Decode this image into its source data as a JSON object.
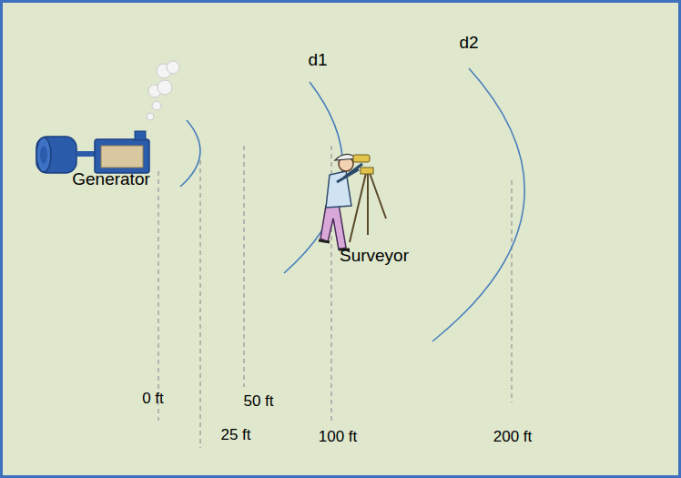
{
  "diagram": {
    "labels": [
      "d2",
      "d1",
      "Generator",
      "Surveyor",
      "0 ft",
      "50 ft",
      "25 ft",
      "100 ft",
      "200 ft"
    ]
  }
}
